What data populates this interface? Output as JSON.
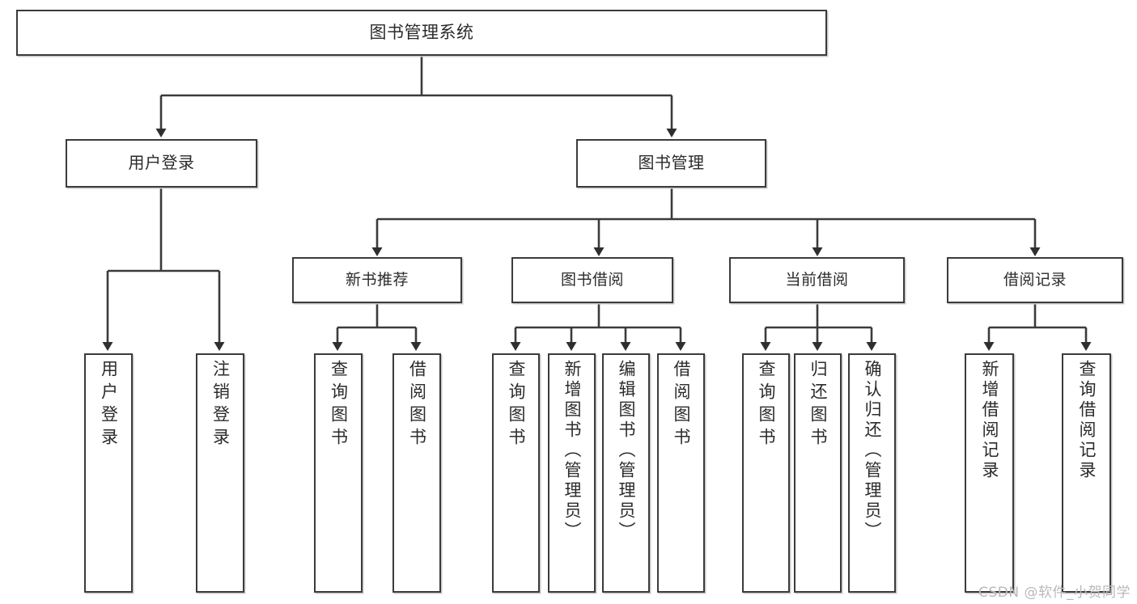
{
  "diagram": {
    "title": "图书管理系统",
    "type": "tree",
    "watermark": "CSDN @软件_小贺同学",
    "colors": {
      "box_border": "#3b3b3b",
      "box_fill": "#ffffff",
      "line": "#3b3b3b",
      "text": "#2b2b2b",
      "watermark": "#b9b9b9"
    },
    "root": {
      "label": "图书管理系统"
    },
    "level1": [
      {
        "label": "用户登录"
      },
      {
        "label": "图书管理"
      }
    ],
    "level2": [
      {
        "label": "新书推荐"
      },
      {
        "label": "图书借阅"
      },
      {
        "label": "当前借阅"
      },
      {
        "label": "借阅记录"
      }
    ],
    "leaves": {
      "user_login": [
        {
          "label": "用户登录"
        },
        {
          "label": "注销登录"
        }
      ],
      "new_book": [
        {
          "label": "查询图书"
        },
        {
          "label": "借阅图书"
        }
      ],
      "book_borrow": [
        {
          "label": "查询图书"
        },
        {
          "label": "新增图书（管理员）"
        },
        {
          "label": "编辑图书（管理员）"
        },
        {
          "label": "借阅图书"
        }
      ],
      "current_borrow": [
        {
          "label": "查询图书"
        },
        {
          "label": "归还图书"
        },
        {
          "label": "确认归还（管理员）"
        }
      ],
      "borrow_record": [
        {
          "label": "新增借阅记录"
        },
        {
          "label": "查询借阅记录"
        }
      ]
    }
  }
}
